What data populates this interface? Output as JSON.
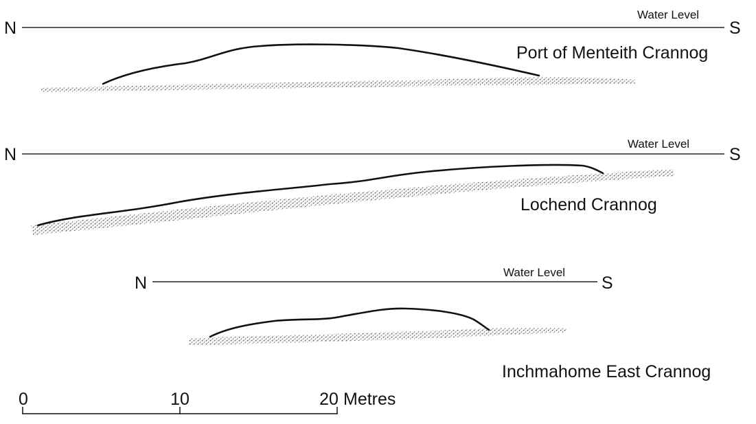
{
  "profiles": [
    {
      "title": "Port of Menteith Crannog",
      "north_label": "N",
      "south_label": "S",
      "water_level_label": "Water Level"
    },
    {
      "title": "Lochend Crannog",
      "north_label": "N",
      "south_label": "S",
      "water_level_label": "Water Level"
    },
    {
      "title": "Inchmahome East Crannog",
      "north_label": "N",
      "south_label": "S",
      "water_level_label": "Water Level"
    }
  ],
  "scale_bar": {
    "ticks": [
      "0",
      "10",
      "20"
    ],
    "unit_label": "Metres"
  }
}
